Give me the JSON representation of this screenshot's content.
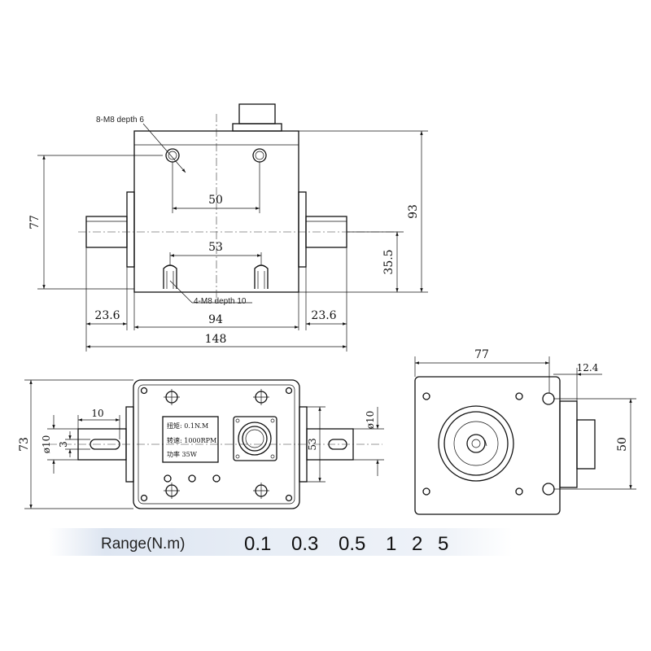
{
  "front_view": {
    "dim_width_top": "50",
    "dim_width_bottom": "53",
    "dim_height_left": "77",
    "dim_height_right": "93",
    "dim_shaft_height": "35.5",
    "dim_shaft_left": "23.6",
    "dim_shaft_right": "23.6",
    "dim_body_width": "94",
    "dim_total_width": "148",
    "note_top_holes": "8-M8 depth 6",
    "note_bottom_holes": "4-M8 depth 10"
  },
  "top_view": {
    "dim_height": "73",
    "dim_shaft_dia_left": "ø10",
    "dim_shaft_dia_right": "ø10",
    "dim_key_length": "10",
    "dim_key_width": "3",
    "dim_hole_spacing": "53",
    "nameplate_line1": "扭矩: 0.1N.M",
    "nameplate_line2": "转速: 1000RPM",
    "nameplate_line3": "功率 35W"
  },
  "side_view": {
    "dim_width": "77",
    "dim_connector_offset": "12.4",
    "dim_height": "50"
  },
  "range": {
    "label": "Range(N.m)",
    "values": [
      "0.1",
      "0.3",
      "0.5",
      "1",
      "2",
      "5"
    ]
  }
}
